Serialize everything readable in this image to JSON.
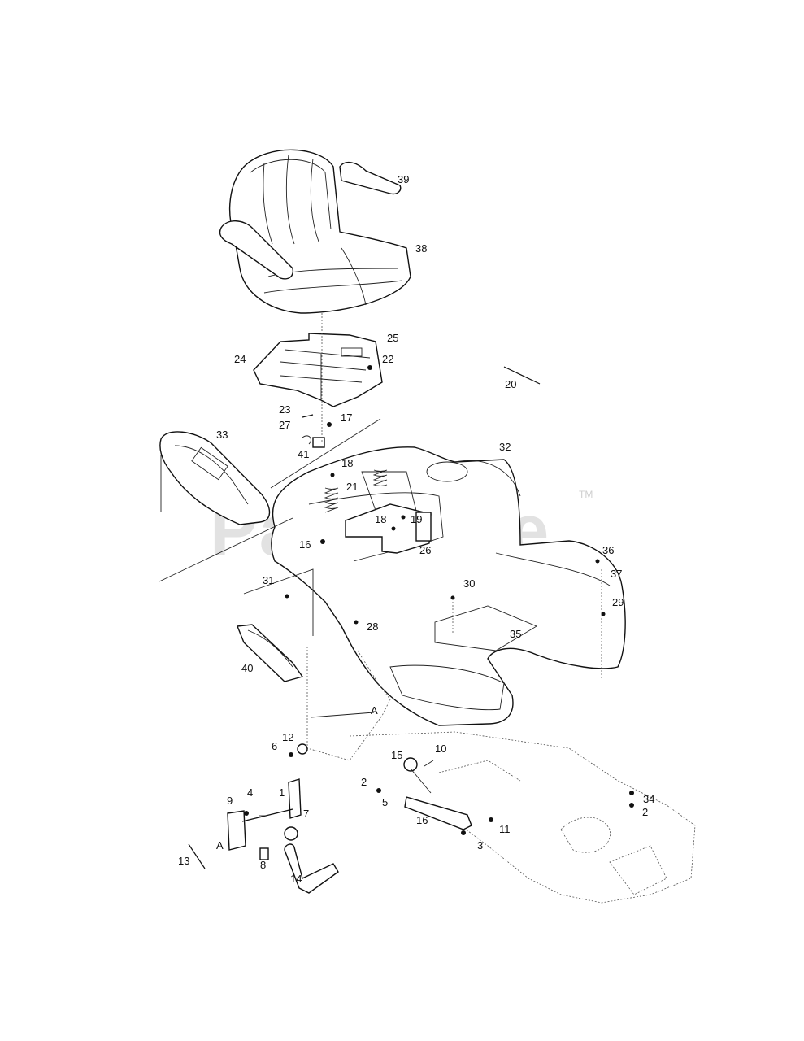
{
  "watermark": {
    "text": "PartsTree",
    "trademark": "TM"
  },
  "callouts": [
    "39",
    "38",
    "25",
    "24",
    "22",
    "23",
    "27",
    "17",
    "41",
    "20",
    "33",
    "32",
    "18",
    "21",
    "18",
    "19",
    "16",
    "26",
    "36",
    "37",
    "29",
    "31",
    "30",
    "28",
    "35",
    "40",
    "12",
    "6",
    "A",
    "15",
    "10",
    "2",
    "9",
    "4",
    "1",
    "7",
    "5",
    "16",
    "11",
    "34",
    "2",
    "13",
    "A",
    "8",
    "14",
    "3"
  ]
}
